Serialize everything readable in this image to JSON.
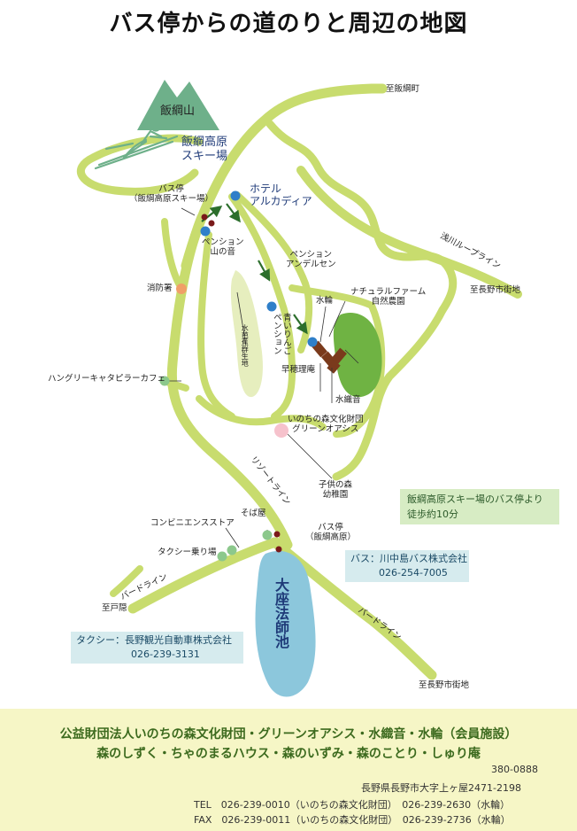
{
  "title": "バス停からの道のりと周辺の地図",
  "colors": {
    "road": "#c8dc6e",
    "mountain": "#6eb08a",
    "farm": "#6fb343",
    "marsh": "#e6eebe",
    "pond": "#8cc7dc",
    "poi_blue": "#2f7fc9",
    "bus_stop": "#7a1a1a",
    "route_arrow": "#2c6e2c",
    "fire_station": "#f0a068",
    "cafe": "#8cc88c",
    "kids": "#f6c2cc",
    "building": "#7a3a1c"
  },
  "icons": [
    "mountain-icon",
    "skier-icon",
    "poi-dot-icon",
    "bus-stop-icon",
    "route-arrow-icon",
    "building-icon"
  ],
  "map": {
    "mountain": "飯綱山",
    "ski": "飯綱高原\nスキー場",
    "bus_stop_ski": "バス停\n（飯綱高原スキー場）",
    "hotel": "ホテル\nアルカディア",
    "pension_yamanooto": "ペンション\n山の音",
    "to_iizuna": "至飯綱町",
    "asakawa": "浅川ループライン",
    "to_nagano_1": "至長野市街地",
    "pension_andersen": "ペンション\nアンデルセン",
    "natural_farm": "ナチュラルファーム\n自然農園",
    "suirin": "水輪",
    "shobosho": "消防署",
    "marsh": "水芭蕉群生地",
    "aoiringo": "青いりんご\nペンション",
    "wasuiriian": "早穂理庵",
    "mizuorine": "水織音",
    "hungry": "ハングリーキャタピラーカフェ",
    "inochi": "いのちの森文化財団\nグリーンオアシス",
    "kodomo": "子供の森\n幼稚園",
    "resort": "リゾートライン",
    "walk": "飯綱高原スキー場のバス停より\n徒歩約10分",
    "conveni": "コンビニエンスストア",
    "sobaya": "そば屋",
    "bus_stop_iizuna": "バス停\n（飯綱高原）",
    "taxi_stand": "タクシー乗り場",
    "bus_company": "バス：川中島バス株式会社",
    "bus_tel": "026-254-7005",
    "bird_w": "バードライン",
    "to_togakushi": "至戸隠",
    "pond": "大座法師池",
    "bird_e": "バードライン",
    "taxi_company": "タクシー：長野観光自動車株式会社",
    "taxi_tel": "026-239-3131",
    "to_nagano_2": "至長野市街地"
  },
  "footer": {
    "org_line1": "公益財団法人いのちの森文化財団・グリーンオアシス・水織音・水輪（会員施設）",
    "org_line2": "森のしずく・ちゃのまるハウス・森のいずみ・森のことり・しゅり庵",
    "postal": "380-0888",
    "address": "長野県長野市大字上ヶ屋2471-2198",
    "tel": "TEL　026-239-0010（いのちの森文化財団）　026-239-2630（水輪）",
    "fax": "FAX　026-239-0011（いのちの森文化財団）　026-239-2736（水輪）"
  }
}
